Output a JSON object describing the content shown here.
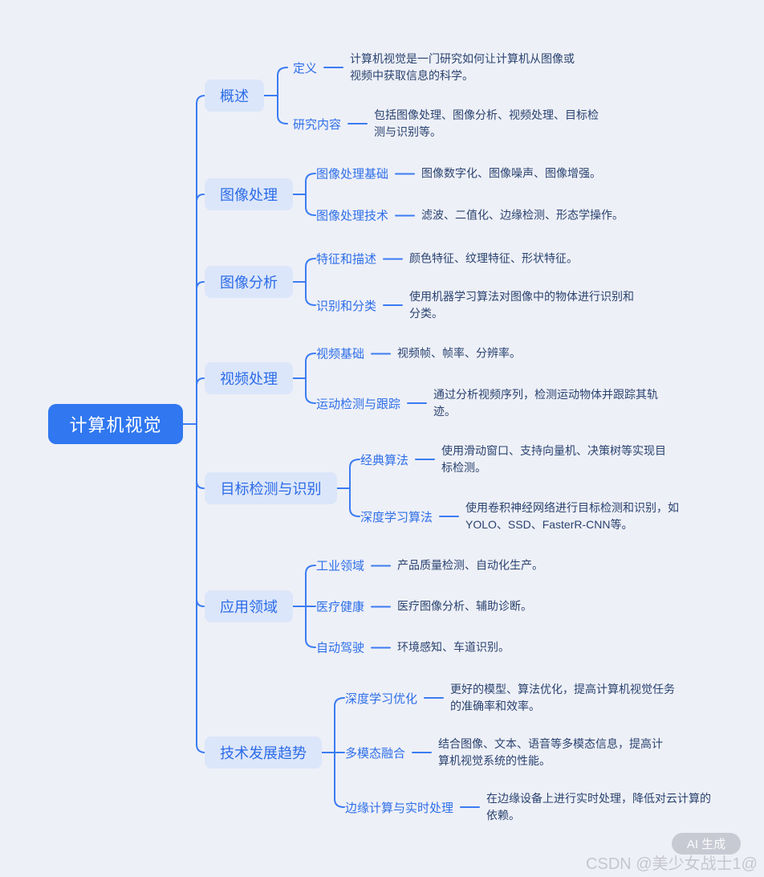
{
  "root": {
    "label": "计算机视觉"
  },
  "branches": [
    {
      "label": "概述",
      "children": [
        {
          "label": "定义",
          "desc": "计算机视觉是一门研究如何让计算机从图像或视频中获取信息的科学。"
        },
        {
          "label": "研究内容",
          "desc": "包括图像处理、图像分析、视频处理、目标检测与识别等。"
        }
      ]
    },
    {
      "label": "图像处理",
      "children": [
        {
          "label": "图像处理基础",
          "desc": "图像数字化、图像噪声、图像增强。"
        },
        {
          "label": "图像处理技术",
          "desc": "滤波、二值化、边缘检测、形态学操作。"
        }
      ]
    },
    {
      "label": "图像分析",
      "children": [
        {
          "label": "特征和描述",
          "desc": "颜色特征、纹理特征、形状特征。"
        },
        {
          "label": "识别和分类",
          "desc": "使用机器学习算法对图像中的物体进行识别和分类。"
        }
      ]
    },
    {
      "label": "视频处理",
      "children": [
        {
          "label": "视频基础",
          "desc": "视频帧、帧率、分辨率。"
        },
        {
          "label": "运动检测与跟踪",
          "desc": "通过分析视频序列，检测运动物体并跟踪其轨迹。"
        }
      ]
    },
    {
      "label": "目标检测与识别",
      "children": [
        {
          "label": "经典算法",
          "desc": "使用滑动窗口、支持向量机、决策树等实现目标检测。"
        },
        {
          "label": "深度学习算法",
          "desc": "使用卷积神经网络进行目标检测和识别，如YOLO、SSD、FasterR-CNN等。"
        }
      ]
    },
    {
      "label": "应用领域",
      "children": [
        {
          "label": "工业领域",
          "desc": "产品质量检测、自动化生产。"
        },
        {
          "label": "医疗健康",
          "desc": "医疗图像分析、辅助诊断。"
        },
        {
          "label": "自动驾驶",
          "desc": "环境感知、车道识别。"
        }
      ]
    },
    {
      "label": "技术发展趋势",
      "children": [
        {
          "label": "深度学习优化",
          "desc": "更好的模型、算法优化，提高计算机视觉任务的准确率和效率。"
        },
        {
          "label": "多模态融合",
          "desc": "结合图像、文本、语音等多模态信息，提高计算机视觉系统的性能。"
        },
        {
          "label": "边缘计算与实时处理",
          "desc": "在边缘设备上进行实时处理，降低对云计算的依赖。"
        }
      ]
    }
  ],
  "watermark": {
    "badge": "AI 生成",
    "credit": "CSDN @美少女战士1@"
  },
  "colors": {
    "background": "#eef0f7",
    "connector": "#3b7cf3",
    "root_fill": "#3077f0",
    "root_text": "#ffffff",
    "branch_fill": "#dce6fa",
    "branch_text": "#2b6ce8",
    "child_label": "#2e6fe9",
    "description": "#2a4370",
    "badge_fill": "#d2d3d9",
    "watermark_text": "#c6c7ce"
  }
}
